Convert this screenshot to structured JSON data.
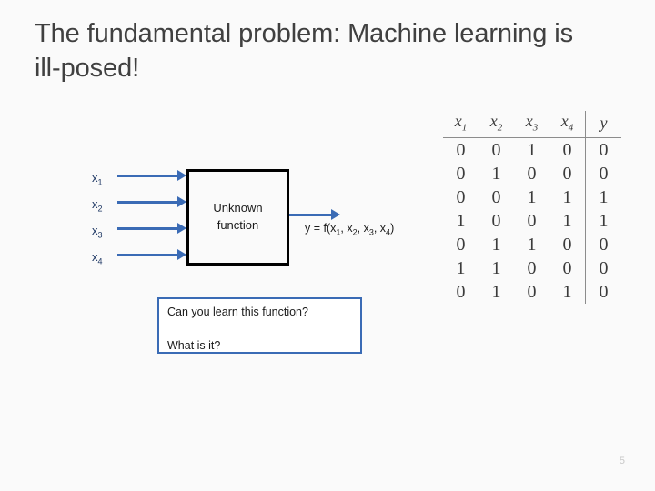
{
  "slide": {
    "title": "The fundamental problem: Machine learning is ill-posed!",
    "page_number": "5",
    "background_color": "#FAFAFA",
    "accent_color": "#3A6BB5"
  },
  "diagram": {
    "box_label_line1": "Unknown",
    "box_label_line2": "function",
    "inputs": [
      {
        "label": "x",
        "sub": "1"
      },
      {
        "label": "x",
        "sub": "2"
      },
      {
        "label": "x",
        "sub": "3"
      },
      {
        "label": "x",
        "sub": "4"
      }
    ],
    "output_formula": {
      "prefix": "y = f(x",
      "s1": "1",
      "c1": ", x",
      "s2": "2",
      "c2": ", x",
      "s3": "3",
      "c3": ", x",
      "s4": "4",
      "suffix": ")"
    }
  },
  "callout": {
    "line1": "Can you learn this function?",
    "line2": "What is it?",
    "border_color": "#3A6BB5"
  },
  "truth_table": {
    "headers": [
      {
        "base": "x",
        "sub": "1"
      },
      {
        "base": "x",
        "sub": "2"
      },
      {
        "base": "x",
        "sub": "3"
      },
      {
        "base": "x",
        "sub": "4"
      },
      {
        "base": "y",
        "sub": ""
      }
    ],
    "rows": [
      {
        "x1": "0",
        "x2": "0",
        "x3": "1",
        "x4": "0",
        "y": "0"
      },
      {
        "x1": "0",
        "x2": "1",
        "x3": "0",
        "x4": "0",
        "y": "0"
      },
      {
        "x1": "0",
        "x2": "0",
        "x3": "1",
        "x4": "1",
        "y": "1"
      },
      {
        "x1": "1",
        "x2": "0",
        "x3": "0",
        "x4": "1",
        "y": "1"
      },
      {
        "x1": "0",
        "x2": "1",
        "x3": "1",
        "x4": "0",
        "y": "0"
      },
      {
        "x1": "1",
        "x2": "1",
        "x3": "0",
        "x4": "0",
        "y": "0"
      },
      {
        "x1": "0",
        "x2": "1",
        "x3": "0",
        "x4": "1",
        "y": "0"
      }
    ]
  }
}
